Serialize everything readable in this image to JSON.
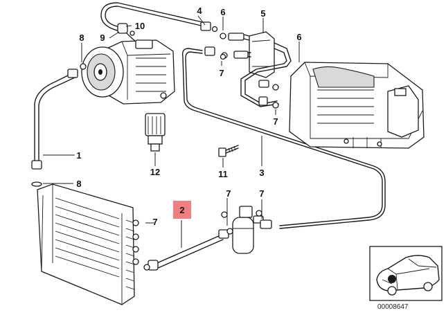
{
  "callouts": [
    {
      "id": "c1",
      "text": "1"
    },
    {
      "id": "c2",
      "text": "2",
      "highlight": true
    },
    {
      "id": "c3",
      "text": "3"
    },
    {
      "id": "c4",
      "text": "4"
    },
    {
      "id": "c5",
      "text": "5"
    },
    {
      "id": "c6a",
      "text": "6"
    },
    {
      "id": "c6b",
      "text": "6"
    },
    {
      "id": "c7a",
      "text": "7"
    },
    {
      "id": "c7b",
      "text": "7"
    },
    {
      "id": "c7c",
      "text": "7"
    },
    {
      "id": "c7d",
      "text": "7"
    },
    {
      "id": "c7e",
      "text": "7"
    },
    {
      "id": "c8a",
      "text": "8"
    },
    {
      "id": "c8b",
      "text": "8"
    },
    {
      "id": "c9",
      "text": "9"
    },
    {
      "id": "c10",
      "text": "10"
    },
    {
      "id": "c11",
      "text": "11"
    },
    {
      "id": "c12",
      "text": "12"
    }
  ],
  "highlight_color": "#f08080",
  "document_id": "00008647"
}
